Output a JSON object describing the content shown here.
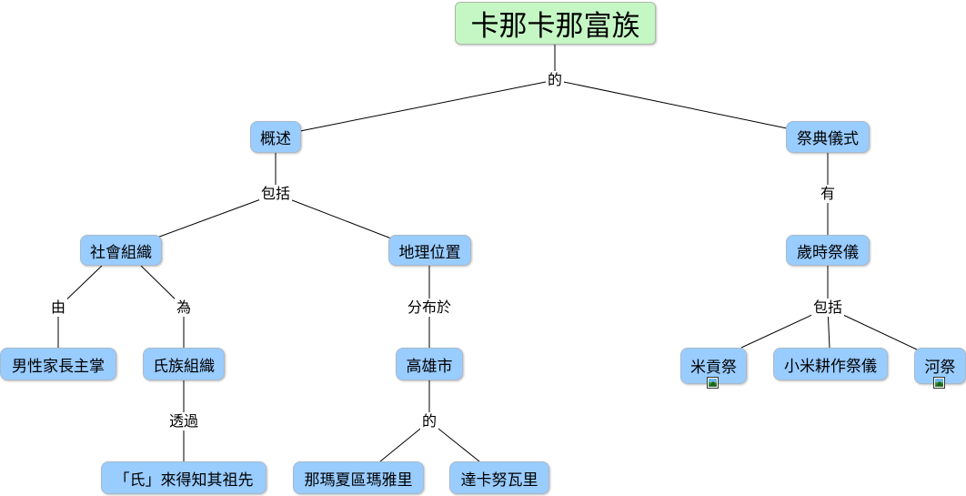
{
  "concepts": {
    "root": "卡那卡那富族",
    "overview": "概述",
    "ceremonies": "祭典儀式",
    "social_org": "社會組織",
    "geo_location": "地理位置",
    "seasonal_rites": "歲時祭儀",
    "male_head": "男性家長主掌",
    "clan_org": "氏族組織",
    "kaohsiung": "高雄市",
    "mibei": "米貢祭",
    "millet": "小米耕作祭儀",
    "river": "河祭",
    "clan_name": "「氏」來得知其祖先",
    "namasia": "那瑪夏區瑪雅里",
    "dakanuwa": "達卡努瓦里"
  },
  "links": {
    "root_of": "的",
    "overview_include": "包括",
    "ceremonies_have": "有",
    "social_by": "由",
    "social_is": "為",
    "geo_distributed": "分布於",
    "seasonal_include": "包括",
    "clan_through": "透過",
    "kaohsiung_of": "的"
  },
  "icons": {
    "mibei_resource": "image-resource-icon",
    "river_resource": "image-resource-icon"
  }
}
